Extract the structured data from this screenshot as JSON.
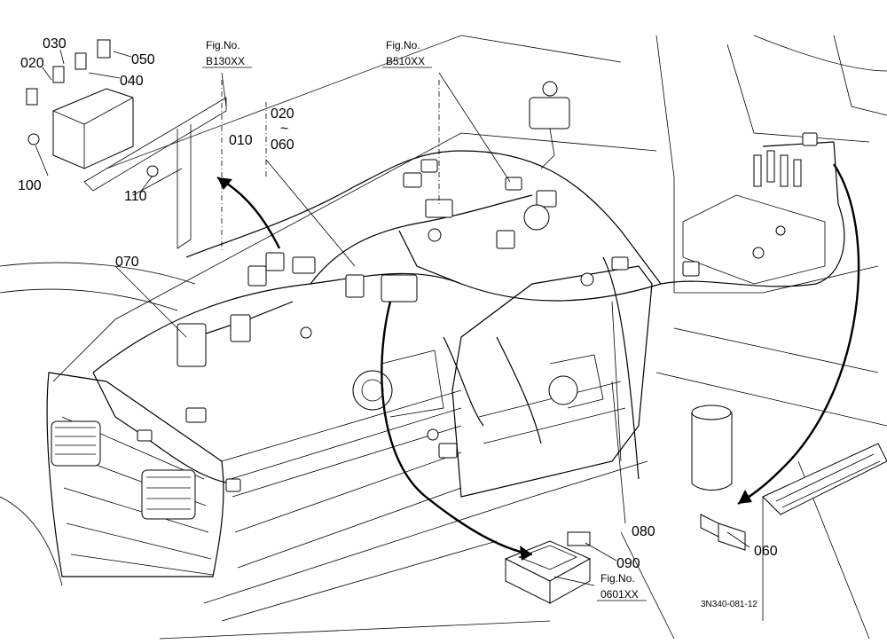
{
  "figure_refs": [
    {
      "title": "Fig.No.",
      "code": "B130XX"
    },
    {
      "title": "Fig.No.",
      "code": "B510XX"
    },
    {
      "title": "Fig.No.",
      "code": "0601XX"
    }
  ],
  "callouts": {
    "p010": "010",
    "p020": "020",
    "p030": "030",
    "p040": "040",
    "p050": "050",
    "p060": "060",
    "p070": "070",
    "p080": "080",
    "p090": "090",
    "p100": "100",
    "p110": "110"
  },
  "range": {
    "from": "020",
    "tilde": "~",
    "to": "060"
  },
  "drawing_number": "3N340-081-12"
}
